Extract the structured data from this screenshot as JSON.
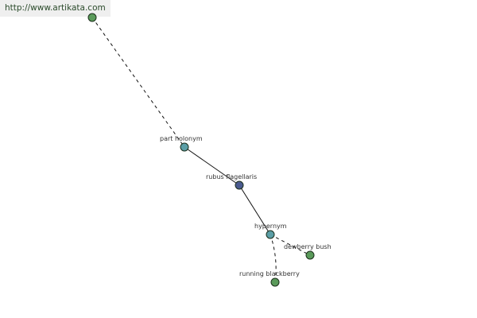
{
  "banner": {
    "url": "http://www.artikata.com"
  },
  "graph": {
    "nodes": {
      "top": {
        "label": "",
        "color": "#5a9a5a"
      },
      "part_holonym": {
        "label": "part holonym",
        "color": "#5b9ea6"
      },
      "rubus_flagellaris": {
        "label": "rubus flagellaris",
        "color": "#4a5a8f"
      },
      "hypernym": {
        "label": "hypernym",
        "color": "#5b9ea6"
      },
      "dewberry_bush": {
        "label": "dewberry bush",
        "color": "#5a9a5a"
      },
      "running_blackberry": {
        "label": "running blackberry",
        "color": "#5a9a5a"
      }
    }
  }
}
